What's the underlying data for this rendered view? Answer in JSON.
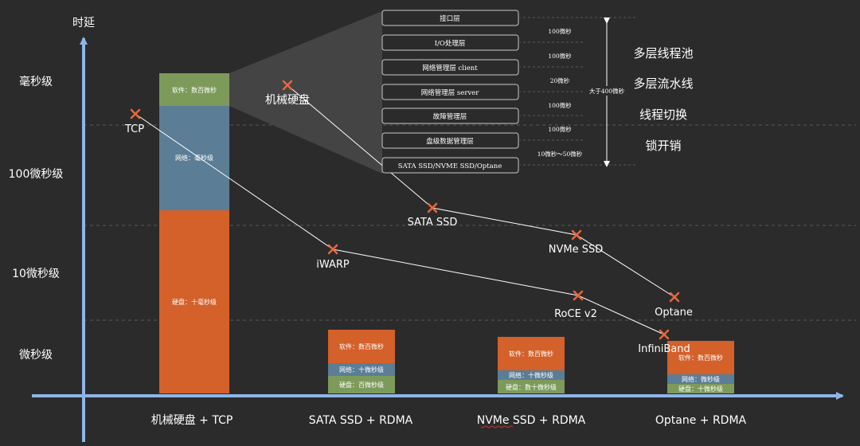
{
  "colors": {
    "background": "#2b2b2b",
    "axis": "#8fb5e6",
    "software": "#7d9a5a",
    "network": "#5b7d96",
    "disk": "#d4602a",
    "layer_box_border": "#c8c8c8",
    "marker": "#e8673b",
    "text": "#ffffff",
    "dashed": "#5a5a5a"
  },
  "axis": {
    "y_title": "时延",
    "levels": [
      "毫秒级",
      "100微秒级",
      "10微秒级",
      "微秒级"
    ]
  },
  "categories": [
    "机械硬盘 + TCP",
    "SATA SSD + RDMA",
    "NVMe SSD + RDMA",
    "Optane + RDMA"
  ],
  "bars": [
    {
      "segments": [
        {
          "kind": "software",
          "label": "软件：数百微秒"
        },
        {
          "kind": "network",
          "label": "网络：毫秒级"
        },
        {
          "kind": "disk",
          "label": "硬盘：十毫秒级"
        }
      ]
    },
    {
      "segments": [
        {
          "kind": "disk",
          "label": "软件：数百微秒"
        },
        {
          "kind": "network",
          "label": "网络：十微秒级"
        },
        {
          "kind": "software",
          "label": "硬盘：百微秒级"
        }
      ]
    },
    {
      "segments": [
        {
          "kind": "disk",
          "label": "软件：数百微秒"
        },
        {
          "kind": "network",
          "label": "网络：十微秒级"
        },
        {
          "kind": "software",
          "label": "硬盘：数十微秒级"
        }
      ]
    },
    {
      "segments": [
        {
          "kind": "disk",
          "label": "软件：数百微秒"
        },
        {
          "kind": "network",
          "label": "网络：微秒级"
        },
        {
          "kind": "software",
          "label": "硬盘：十微秒级"
        }
      ]
    }
  ],
  "network_points": [
    "TCP",
    "iWARP",
    "RoCE v2",
    "InfiniBand"
  ],
  "storage_points": [
    "机械硬盘",
    "SATA SSD",
    "NVMe SSD",
    "Optane"
  ],
  "layers": [
    "接口层",
    "I/O处理层",
    "网络管理层 client",
    "网络管理层 server",
    "故障管理层",
    "盘级数据管理层",
    "SATA SSD/NVME SSD/Optane"
  ],
  "layer_latencies": [
    "100微秒",
    "100微秒",
    "20微秒",
    "100微秒",
    "100微秒",
    "10微秒～50微秒"
  ],
  "total_latency": "大于400微秒",
  "reasons": [
    "多层线程池",
    "多层流水线",
    "线程切换",
    "锁开销"
  ]
}
